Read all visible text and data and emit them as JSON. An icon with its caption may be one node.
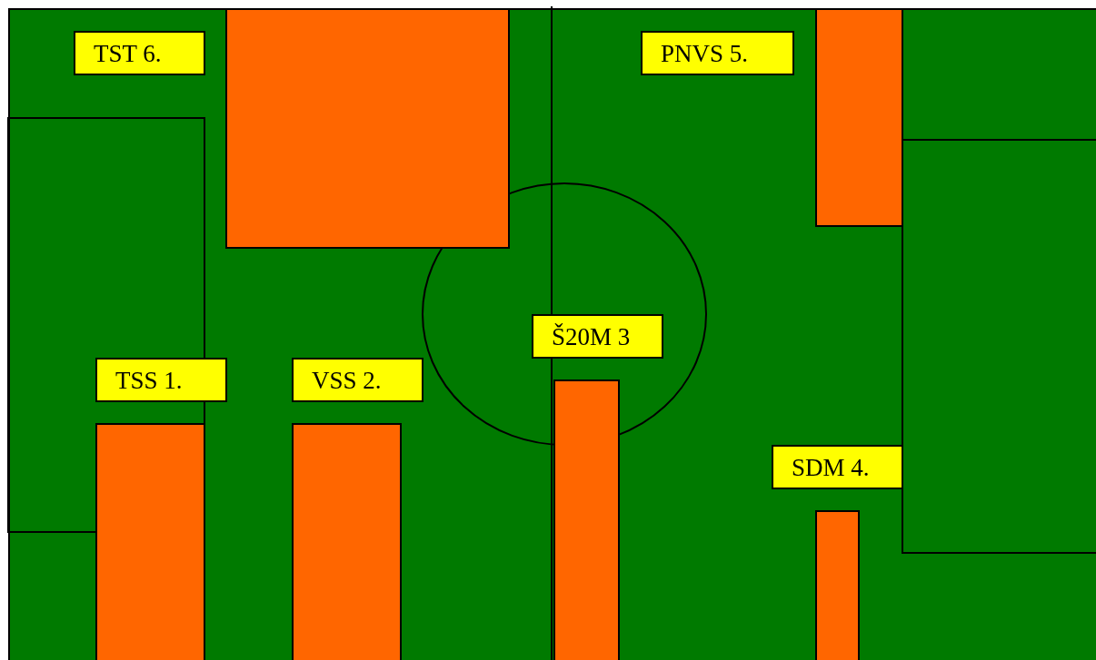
{
  "diagram": {
    "nodes": [
      {
        "text": [],
        "shape": "box"
      },
      {
        "text": [
          "TST 6."
        ]
      },
      {
        "text": [
          "PNVS 5."
        ]
      },
      {
        "text": [],
        "shape": "box"
      },
      {
        "text": [
          "Š20M 3"
        ]
      },
      {
        "text": [
          "TSS 1."
        ]
      },
      {
        "text": [
          "VSS 2."
        ]
      },
      {
        "text": [],
        "shape": "box"
      },
      {
        "text": [],
        "shape": "box"
      },
      {
        "text": [],
        "shape": "box"
      },
      {
        "text": [
          "SDM 4."
        ]
      },
      {
        "text": [],
        "shape": "box"
      }
    ]
  }
}
